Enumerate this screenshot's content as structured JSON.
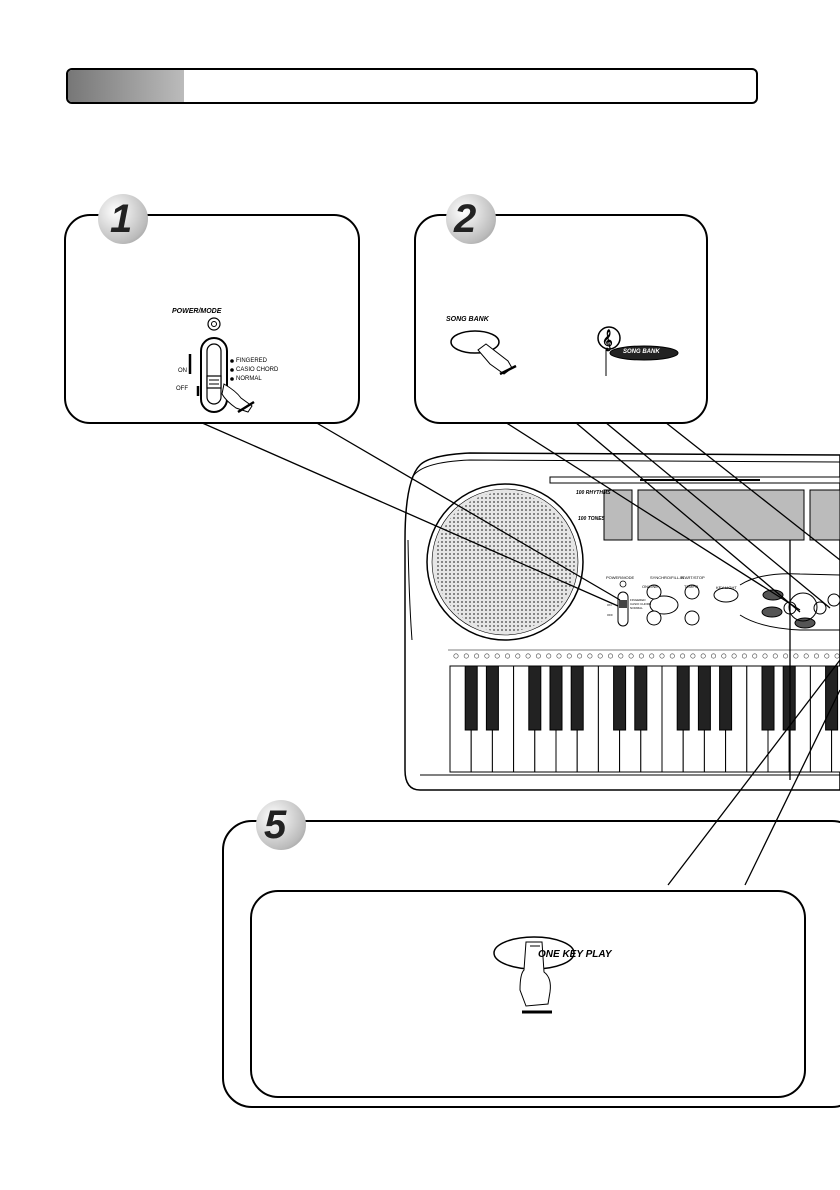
{
  "steps": {
    "step1": {
      "number": "1"
    },
    "step2": {
      "number": "2"
    },
    "step5": {
      "number": "5"
    }
  },
  "power_switch": {
    "title": "POWER/MODE",
    "on_label": "ON",
    "off_label": "OFF",
    "modes": [
      "FINGERED",
      "CASIO CHORD",
      "NORMAL"
    ]
  },
  "song_bank": {
    "button_label": "SONG BANK",
    "indicator_label": "SONG BANK"
  },
  "one_key_play": {
    "button_label": "ONE KEY PLAY"
  },
  "keyboard": {
    "rhythms_label": "100 RHYTHMS",
    "tones_label": "100 TONES",
    "key_light_label": "KEY LIGHT",
    "power_mode_label": "POWER/MODE",
    "panel_labels": [
      "SYNCHRO/FILL-IN",
      "START/STOP",
      "ON/LINE",
      "TEMPO"
    ],
    "switch_modes": [
      "FINGERED",
      "CASIO CHORD",
      "NORMAL"
    ],
    "switch_on": "ON",
    "switch_off": "OFF"
  }
}
